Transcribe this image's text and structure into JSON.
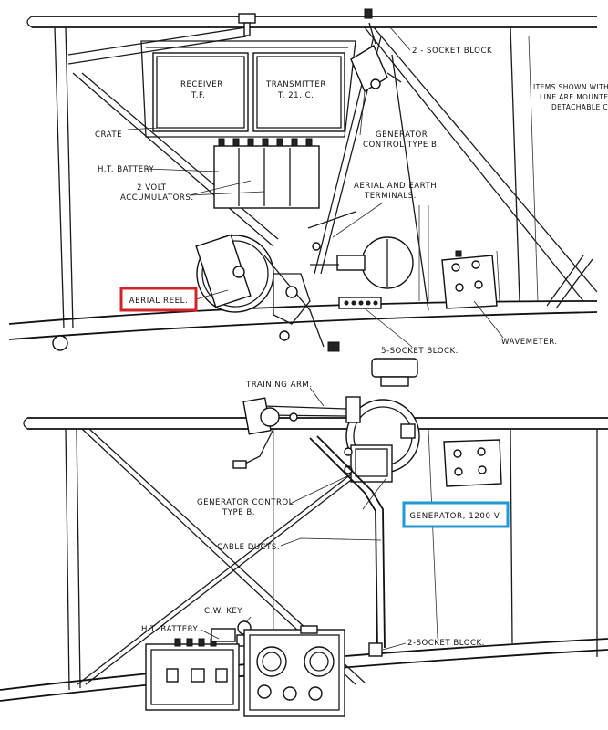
{
  "labels": {
    "two_socket_block_top": "2 - SOCKET BLOCK",
    "items_note_1": "ITEMS SHOWN WITHI",
    "items_note_2": "LINE ARE MOUNTE",
    "items_note_3": "DETACHABLE C",
    "receiver_1": "RECEIVER",
    "receiver_2": "T.F.",
    "transmitter_1": "TRANSMITTER",
    "transmitter_2": "T. 21. C.",
    "crate": "CRATE",
    "generator_control_top_1": "GENERATOR",
    "generator_control_top_2": "CONTROL TYPE B.",
    "ht_battery_top": "H.T. BATTERY",
    "accumulators_1": "2 VOLT",
    "accumulators_2": "ACCUMULATORS.",
    "aerial_earth_1": "AERIAL AND EARTH",
    "aerial_earth_2": "TERMINALS.",
    "aerial_reel": "AERIAL REEL.",
    "wavemeter": "WAVEMETER.",
    "five_socket_block": "5-SOCKET BLOCK.",
    "training_arm": "TRAINING ARM.",
    "generator_control_bottom_1": "GENERATOR CONTROL",
    "generator_control_bottom_2": "TYPE B.",
    "generator": "GENERATOR, 1200 V.",
    "cable_ducts": "CABLE DUCTS.",
    "cw_key": "C.W. KEY.",
    "ht_battery_bottom": "H.T. BATTERY.",
    "two_socket_block_bottom": "2-SOCKET BLOCK."
  },
  "highlights": {
    "aerial_reel_color": "#d2232a",
    "generator_color": "#1f9ad6"
  }
}
